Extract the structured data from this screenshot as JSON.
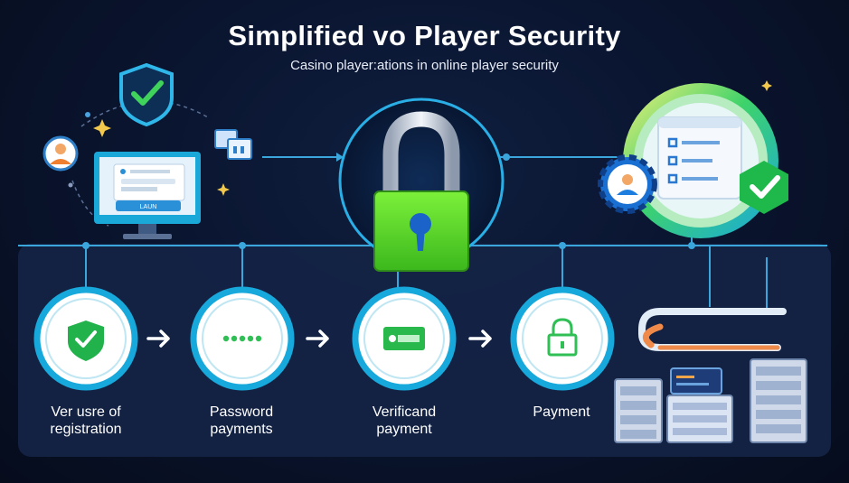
{
  "header": {
    "title": "Simplified vo Player Security",
    "subtitle": "Casino player:ations in online player security"
  },
  "monitor": {
    "button_label": "LAUN"
  },
  "steps": [
    {
      "label_line1": "Ver usre of",
      "label_line2": "registration",
      "icon": "shield-check-icon"
    },
    {
      "label_line1": "Password",
      "label_line2": "payments",
      "icon": "password-dots-icon"
    },
    {
      "label_line1": "Verificand",
      "label_line2": "payment",
      "icon": "card-icon"
    },
    {
      "label_line1": "Payment",
      "label_line2": "",
      "icon": "padlock-icon"
    }
  ],
  "colors": {
    "background": "#0a1530",
    "panel": "#152445",
    "accent_cyan": "#1fb4e6",
    "accent_green": "#35c95a",
    "lock_green": "#57d92b"
  }
}
